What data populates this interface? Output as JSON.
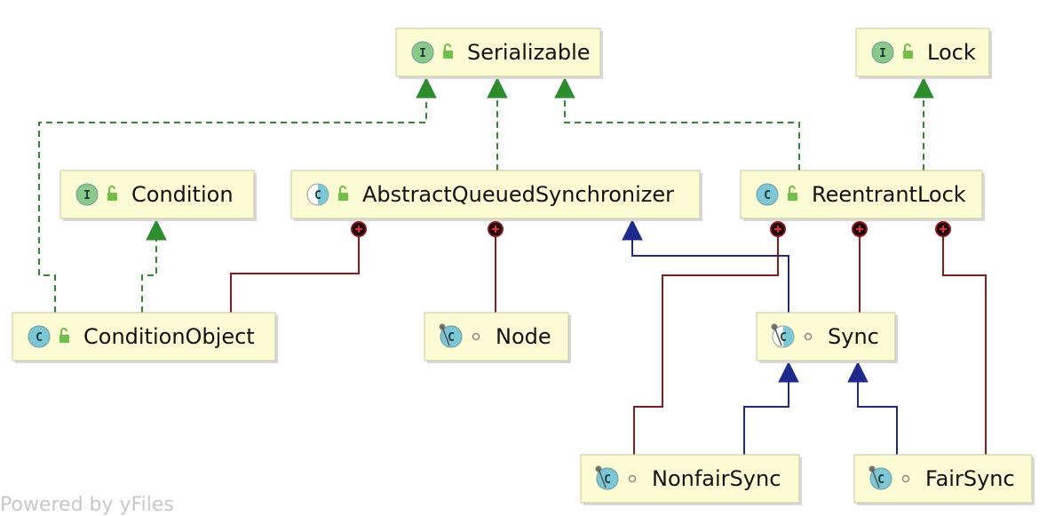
{
  "colors": {
    "implements": "#2e8b2e",
    "extends": "#1f2a8c",
    "inner": "#8b1a1a",
    "node_fill": "#fbfbd4",
    "interface_badge": "#8bc98b",
    "class_badge": "#7cc6d6"
  },
  "nodes": [
    {
      "id": "serializable",
      "label": "Serializable",
      "kind": "interface",
      "access": "public"
    },
    {
      "id": "lock",
      "label": "Lock",
      "kind": "interface",
      "access": "public"
    },
    {
      "id": "condition",
      "label": "Condition",
      "kind": "interface",
      "access": "public"
    },
    {
      "id": "aqs",
      "label": "AbstractQueuedSynchronizer",
      "kind": "abstract-class",
      "access": "public"
    },
    {
      "id": "reentrantlock",
      "label": "ReentrantLock",
      "kind": "class",
      "access": "public"
    },
    {
      "id": "conditionobject",
      "label": "ConditionObject",
      "kind": "class",
      "access": "public"
    },
    {
      "id": "node",
      "label": "Node",
      "kind": "static-class",
      "access": "package"
    },
    {
      "id": "sync",
      "label": "Sync",
      "kind": "abstract-static-class",
      "access": "package"
    },
    {
      "id": "nonfairsync",
      "label": "NonfairSync",
      "kind": "static-class",
      "access": "package"
    },
    {
      "id": "fairsync",
      "label": "FairSync",
      "kind": "static-class",
      "access": "package"
    }
  ],
  "edges": [
    {
      "from": "conditionobject",
      "to": "serializable",
      "type": "implements"
    },
    {
      "from": "aqs",
      "to": "serializable",
      "type": "implements"
    },
    {
      "from": "reentrantlock",
      "to": "serializable",
      "type": "implements"
    },
    {
      "from": "reentrantlock",
      "to": "lock",
      "type": "implements"
    },
    {
      "from": "conditionobject",
      "to": "condition",
      "type": "implements"
    },
    {
      "from": "sync",
      "to": "aqs",
      "type": "extends"
    },
    {
      "from": "nonfairsync",
      "to": "sync",
      "type": "extends"
    },
    {
      "from": "fairsync",
      "to": "sync",
      "type": "extends"
    },
    {
      "from": "conditionobject",
      "to": "aqs",
      "type": "inner"
    },
    {
      "from": "node",
      "to": "aqs",
      "type": "inner"
    },
    {
      "from": "nonfairsync",
      "to": "reentrantlock",
      "type": "inner"
    },
    {
      "from": "sync",
      "to": "reentrantlock",
      "type": "inner"
    },
    {
      "from": "fairsync",
      "to": "reentrantlock",
      "type": "inner"
    }
  ],
  "footer": "Powered by yFiles"
}
